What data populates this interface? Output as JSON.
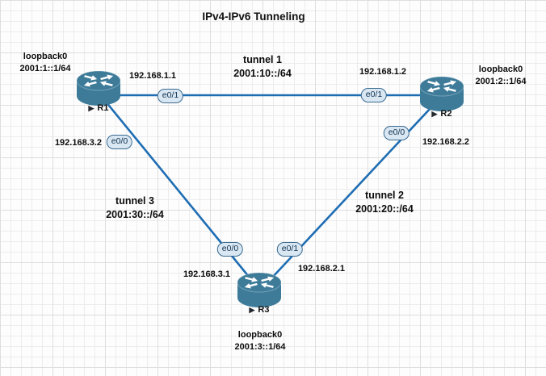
{
  "title": "IPv4-IPv6 Tunneling",
  "icons": {
    "play": "▶"
  },
  "colors": {
    "link": "#1e6db3",
    "router_body": "#3d7b99",
    "pill_bg": "#d9e7f3",
    "pill_border": "#3a6a8f",
    "grid_line": "#ececec"
  },
  "routers": [
    {
      "name": "R1",
      "loopback_iface": "loopback0",
      "loopback_addr": "2001:1::1/64"
    },
    {
      "name": "R2",
      "loopback_iface": "loopback0",
      "loopback_addr": "2001:2::1/64"
    },
    {
      "name": "R3",
      "loopback_iface": "loopback0",
      "loopback_addr": "2001:3::1/64"
    }
  ],
  "links": [
    {
      "from": "R1",
      "to": "R2",
      "from_port": "e0/1",
      "to_port": "e0/1",
      "from_ip": "192.168.1.1",
      "to_ip": "192.168.1.2",
      "tunnel_name": "tunnel 1",
      "tunnel_prefix": "2001:10::/64"
    },
    {
      "from": "R2",
      "to": "R3",
      "from_port": "e0/0",
      "to_port": "e0/1",
      "from_ip": "192.168.2.2",
      "to_ip": "192.168.2.1",
      "tunnel_name": "tunnel 2",
      "tunnel_prefix": "2001:20::/64"
    },
    {
      "from": "R1",
      "to": "R3",
      "from_port": "e0/0",
      "to_port": "e0/0",
      "from_ip": "192.168.3.2",
      "to_ip": "192.168.3.1",
      "tunnel_name": "tunnel 3",
      "tunnel_prefix": "2001:30::/64"
    }
  ]
}
